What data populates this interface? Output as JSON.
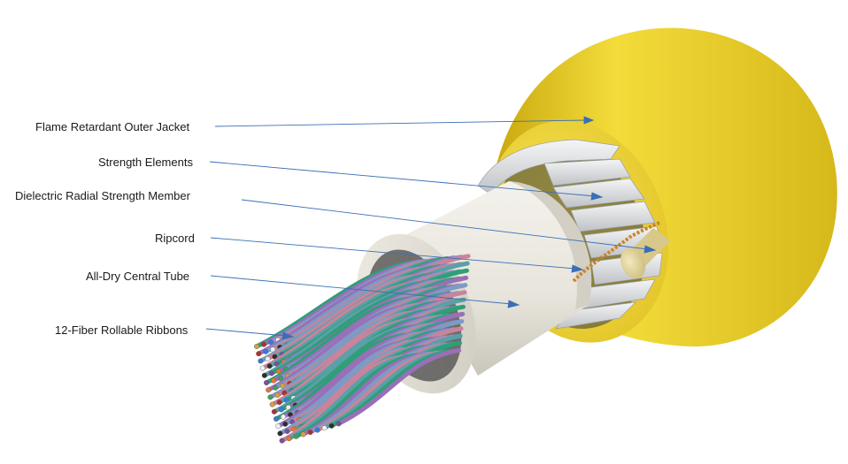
{
  "callouts": [
    {
      "text": "Flame Retardant Outer Jacket"
    },
    {
      "text": "Strength Elements"
    },
    {
      "text": "Dielectric Radial Strength Member"
    },
    {
      "text": "Ripcord"
    },
    {
      "text": "All-Dry Central Tube"
    },
    {
      "text": "12-Fiber Rollable Ribbons"
    }
  ],
  "colors": {
    "jacket": "#e9cd2a",
    "strength_elements": "#e4e5e6",
    "central_tube": "#eae8e0",
    "ripcord": "#c8862a",
    "radial_member": "#e6d9a8",
    "leader_line": "#3a6fb5",
    "fiber_palette": [
      "#2e9f78",
      "#9a6fb8",
      "#7d9bc4",
      "#c9849a",
      "#5aa0a8"
    ]
  }
}
